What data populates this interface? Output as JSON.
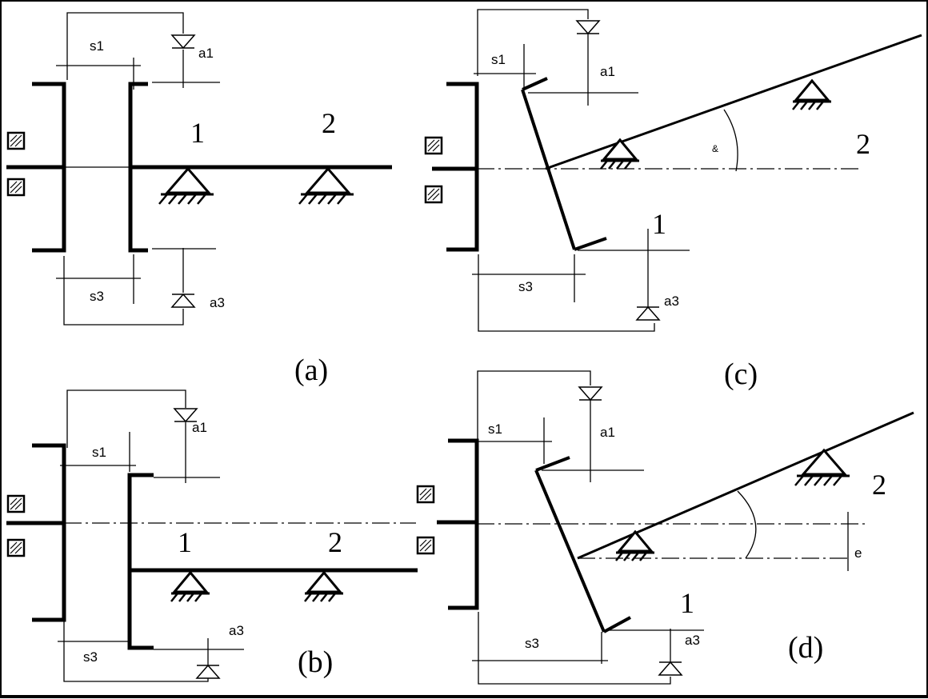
{
  "panels": {
    "a": {
      "caption": "(a)",
      "label_s1": "s1",
      "label_a1": "a1",
      "label_s3": "s3",
      "label_a3": "a3",
      "label_1": "1",
      "label_2": "2"
    },
    "b": {
      "caption": "(b)",
      "label_s1": "s1",
      "label_a1": "a1",
      "label_s3": "s3",
      "label_a3": "a3",
      "label_1": "1",
      "label_2": "2"
    },
    "c": {
      "caption": "(c)",
      "label_s1": "s1",
      "label_a1": "a1",
      "label_s3": "s3",
      "label_a3": "a3",
      "label_1": "1",
      "label_2": "2",
      "label_angle": "&"
    },
    "d": {
      "caption": "(d)",
      "label_s1": "s1",
      "label_a1": "a1",
      "label_s3": "s3",
      "label_a3": "a3",
      "label_1": "1",
      "label_2": "2",
      "label_e": "e"
    }
  }
}
